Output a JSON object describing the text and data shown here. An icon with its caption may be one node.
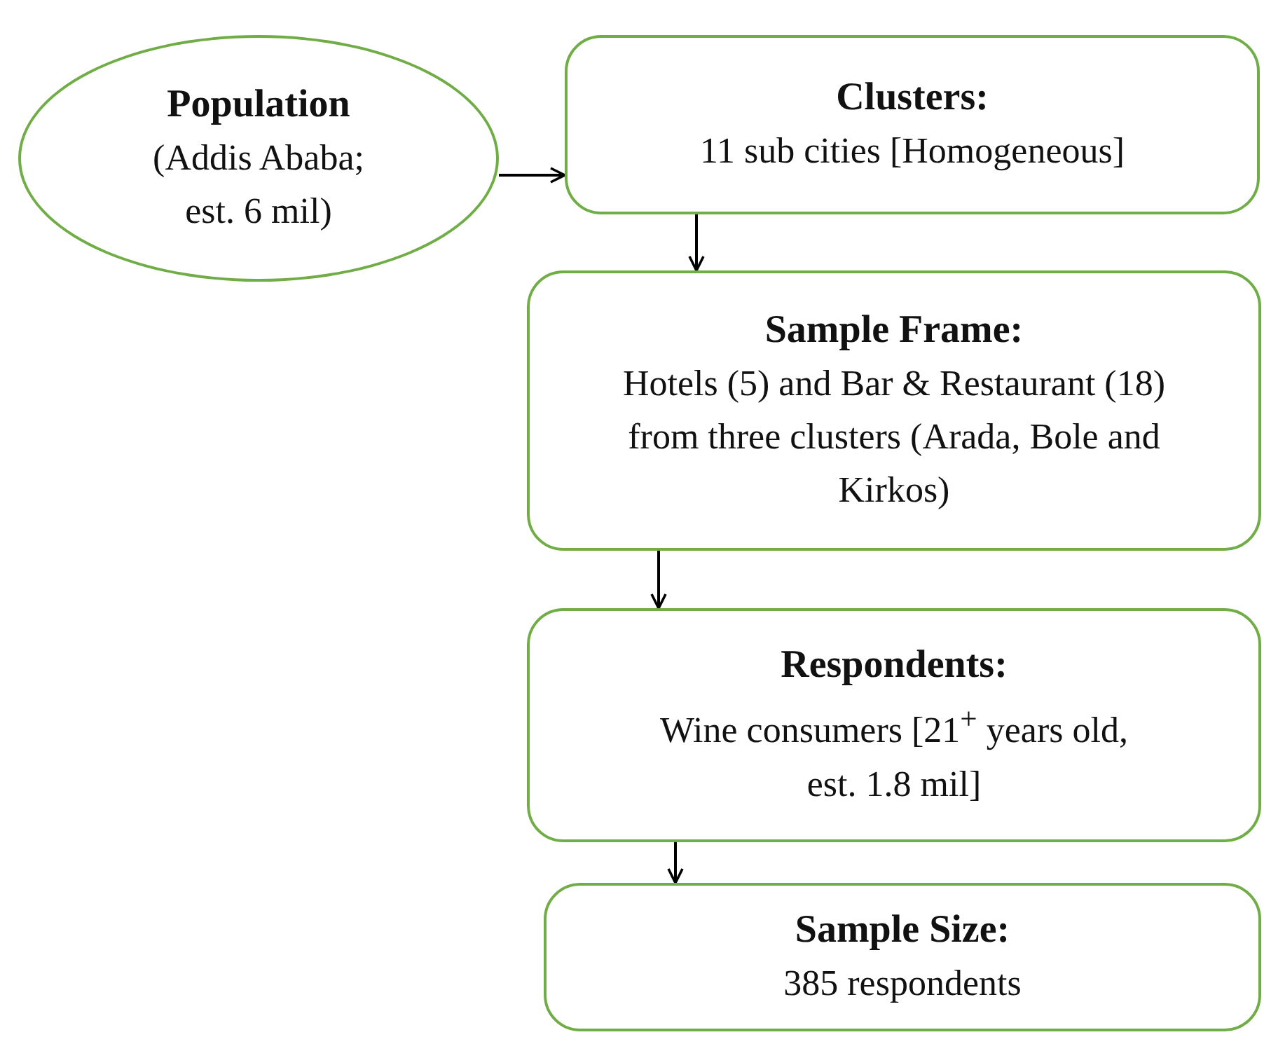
{
  "diagram": {
    "nodes": [
      {
        "text": [
          "Population",
          "(Addis Ababa; est. 6 mil)"
        ]
      },
      {
        "text": [
          "Clusters:",
          "11 sub cities [Homogeneous]"
        ]
      },
      {
        "text": [
          "Sample Frame:",
          "Hotels (5) and Bar & Restaurant (18) from three clusters (Arada, Bole and Kirkos)"
        ]
      },
      {
        "text": [
          "Respondents:",
          "Wine consumers [21$^{+}$ years old, est. 1.8 mil]"
        ]
      },
      {
        "text": [
          "Sample Size:",
          "385 respondents"
        ]
      }
    ],
    "edges": [
      {
        "from": 0,
        "to": 1,
        "arrow": "to"
      },
      {
        "from": 1,
        "to": 2,
        "arrow": "to"
      },
      {
        "from": 2,
        "to": 3,
        "arrow": "to"
      },
      {
        "from": 3,
        "to": 4,
        "arrow": "to"
      }
    ]
  }
}
